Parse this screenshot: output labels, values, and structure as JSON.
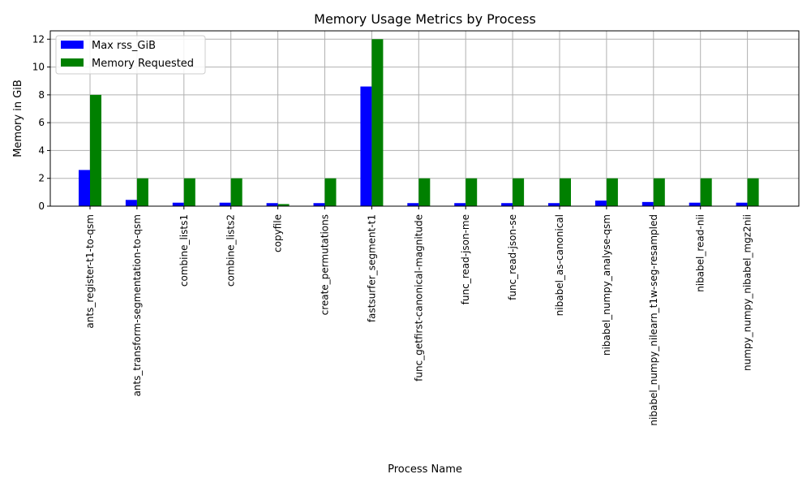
{
  "chart_data": {
    "type": "bar",
    "title": "Memory Usage Metrics by Process",
    "xlabel": "Process Name",
    "ylabel": "Memory in GiB",
    "ylim": [
      0,
      12.6
    ],
    "yticks": [
      0,
      2,
      4,
      6,
      8,
      10,
      12
    ],
    "grid": true,
    "legend_position": "top-left",
    "categories": [
      "ants_register-t1-to-qsm",
      "ants_transform-segmentation-to-qsm",
      "combine_lists1",
      "combine_lists2",
      "copyfile",
      "create_permutations",
      "fastsurfer_segment-t1",
      "func_getfirst-canonical-magnitude",
      "func_read-json-me",
      "func_read-json-se",
      "nibabel_as-canonical",
      "nibabel_numpy_analyse-qsm",
      "nibabel_numpy_nilearn_t1w-seg-resampled",
      "nibabel_read-nii",
      "numpy_numpy_nibabel_mgz2nii"
    ],
    "series": [
      {
        "name": "Max rss_GiB",
        "color": "#0000ff",
        "values": [
          2.6,
          0.45,
          0.25,
          0.25,
          0.22,
          0.22,
          8.6,
          0.22,
          0.22,
          0.22,
          0.22,
          0.4,
          0.3,
          0.25,
          0.25
        ]
      },
      {
        "name": "Memory Requested",
        "color": "#008000",
        "values": [
          8,
          2,
          2,
          2,
          0.15,
          2,
          12,
          2,
          2,
          2,
          2,
          2,
          2,
          2,
          2
        ]
      }
    ]
  }
}
